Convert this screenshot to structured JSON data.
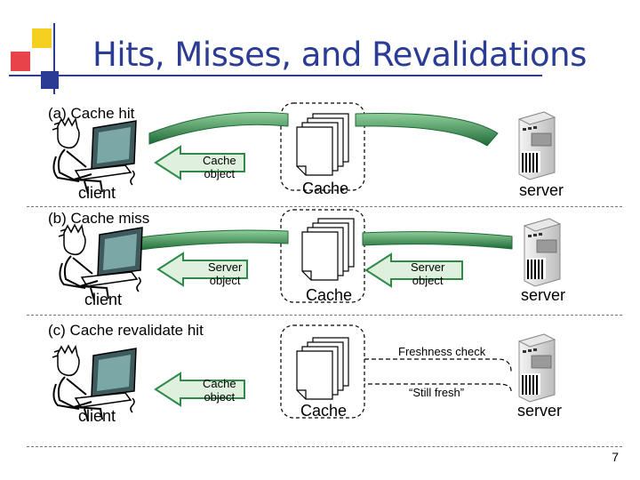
{
  "slide": {
    "title": "Hits, Misses, and Revalidations",
    "page_number": "7"
  },
  "sections": {
    "hit": {
      "label": "(a) Cache hit",
      "client": "client",
      "arrow_label": [
        "Cache",
        "object"
      ],
      "cache": "Cache",
      "server": "server"
    },
    "miss": {
      "label": "(b) Cache miss",
      "client": "client",
      "arrow_label": [
        "Server",
        "object"
      ],
      "arrow_label_2": [
        "Server",
        "object"
      ],
      "cache": "Cache",
      "server": "server"
    },
    "revalidate": {
      "label": "(c) Cache revalidate hit",
      "client": "client",
      "arrow_label": [
        "Cache",
        "object"
      ],
      "freshness": "Freshness check",
      "still_fresh": "“Still fresh”",
      "cache": "Cache",
      "server": "server"
    }
  },
  "colors": {
    "title": "#2b3c94",
    "arrow_green": "#2f8a4a",
    "arrow_fill": "#dff0df",
    "logo_yellow": "#f5d020",
    "logo_red": "#e8434b",
    "logo_blue": "#2b3c94"
  }
}
